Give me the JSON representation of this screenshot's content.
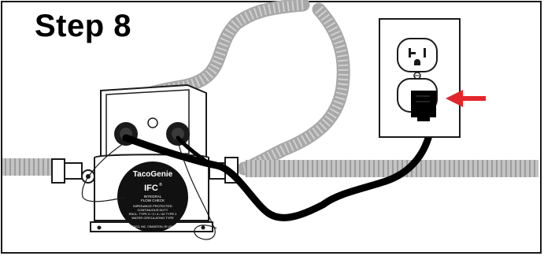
{
  "step_title": "Step 8",
  "pump_label": {
    "brand": "TacoGenie",
    "model": "IFC",
    "model_sup": "®",
    "line1": "INTEGRAL",
    "line2": "FLOW CHECK",
    "line3": "IMPEDANCE PROTECTED",
    "line4": "CONTINUOUS DUTY",
    "line5": "ENCL. TYPE 2 / 3 / 4 / 4X TYPE 2",
    "line6": "WATER CIRCULATING TYPE",
    "line7": "TACO, INC. CRANSTON, RI USA"
  },
  "colors": {
    "hose": "#bdbdbd",
    "cord": "#000000",
    "arrow": "#e3262b",
    "outline": "#1a1a1a"
  },
  "icons": [
    "power-plug-icon",
    "wall-outlet-icon",
    "red-arrow-icon",
    "pump-icon"
  ]
}
